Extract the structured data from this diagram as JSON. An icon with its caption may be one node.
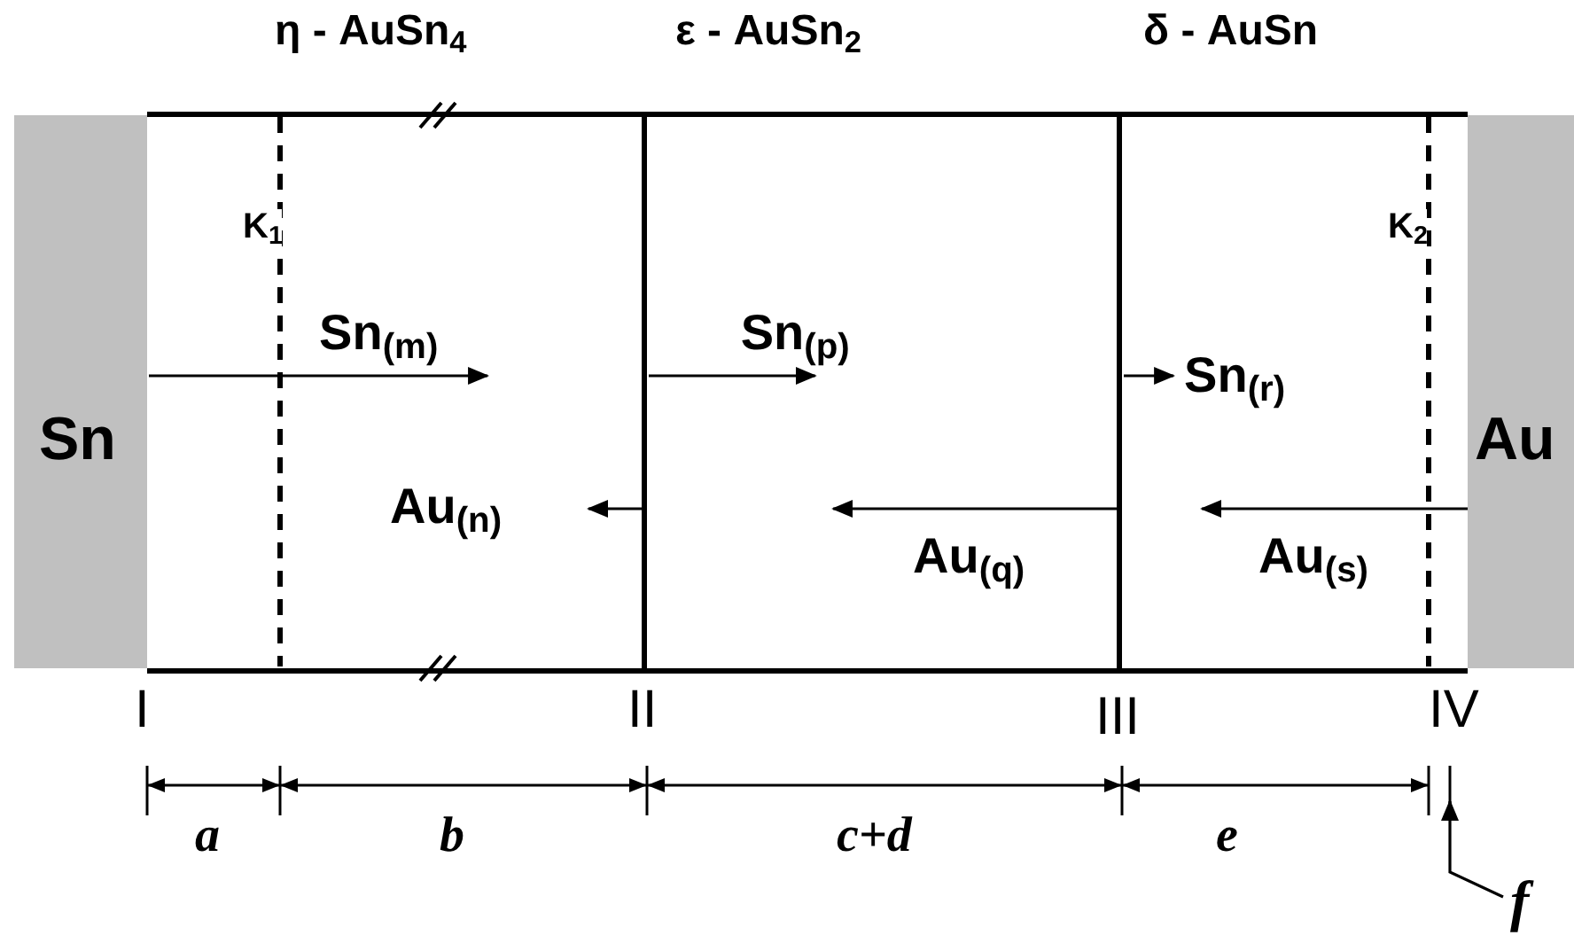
{
  "diagram": {
    "nodes": [
      {
        "text": [
          "Sn"
        ]
      },
      {
        "text": [
          "η - AuSn$_{4}$"
        ]
      },
      {
        "text": [
          "ε - AuSn$_{2}$"
        ]
      },
      {
        "text": [
          "δ - AuSn"
        ]
      },
      {
        "text": [
          "Au"
        ]
      },
      {
        "text": [
          "f"
        ]
      }
    ],
    "edges": [
      {
        "from": 0,
        "to": 1,
        "arrow": "to",
        "label": "Sn$_{(m)}$"
      },
      {
        "from": 2,
        "to": 1,
        "arrow": "to",
        "label": "Au$_{(n)}$"
      },
      {
        "from": 1,
        "to": 2,
        "arrow": "to",
        "label": "Sn$_{(p)}$"
      },
      {
        "from": 3,
        "to": 2,
        "arrow": "to",
        "label": "Au$_{(q)}$"
      },
      {
        "from": 2,
        "to": 3,
        "arrow": "to",
        "label": "Sn$_{(r)}$"
      },
      {
        "from": 4,
        "to": 3,
        "arrow": "to",
        "label": "Au$_{(s)}$"
      },
      {
        "from": 5,
        "to": null,
        "arrow": "to"
      }
    ],
    "labels": [
      "K$_{1}$",
      "K$_{2}$",
      "I",
      "II",
      "III",
      "IV",
      "a",
      "b",
      "c+d",
      "e"
    ]
  }
}
